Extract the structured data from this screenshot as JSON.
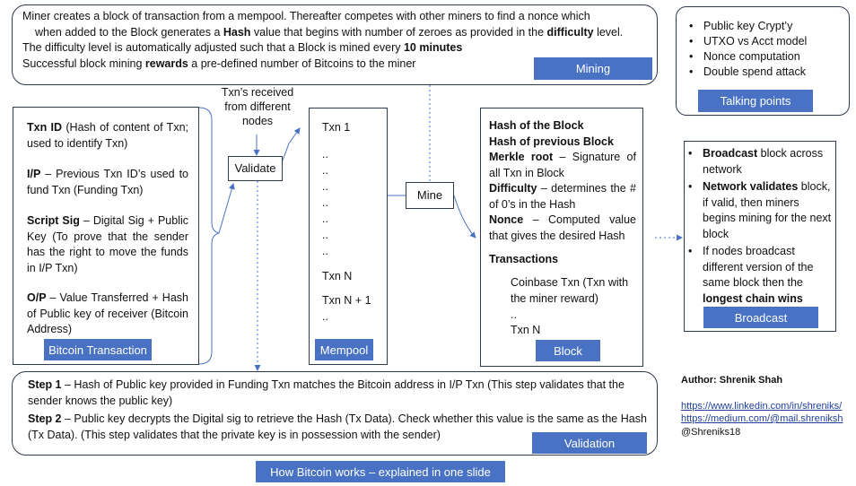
{
  "mining": {
    "line1_pre": "Miner creates a block of transaction from a mempool. Thereafter competes with other miners to find a nonce which",
    "line2_pre": "when added to the Block generates a ",
    "line2_b1": "Hash",
    "line2_mid": " value that begins with number of zeroes as provided in the ",
    "line2_b2": "difficulty",
    "line2_post": " level.",
    "line3_pre": "The difficulty level is automatically adjusted such that a Block is mined every ",
    "line3_b": "10 minutes",
    "line4_pre": "Successful block mining ",
    "line4_b": "rewards",
    "line4_post": " a pre-defined number of Bitcoins to the miner",
    "label": "Mining"
  },
  "talking_points": {
    "items": [
      "Public key Crypt’y",
      "UTXO vs Acct model",
      "Nonce computation",
      "Double spend attack"
    ],
    "label": "Talking points"
  },
  "transaction": {
    "txn_id_b": "Txn ID",
    "txn_id_t": " (Hash of content of Txn; used to identify Txn)",
    "ip_b": "I/P",
    "ip_t": " – Previous Txn ID’s used to fund Txn (Funding Txn)",
    "script_b": "Script Sig",
    "script_t": " – Digital Sig + Public Key (To prove that the sender has the right to move the funds in I/P Txn)",
    "op_b": "O/P",
    "op_t": " – Value Transferred + Hash of Public key of receiver (Bitcoin Address)",
    "label": "Bitcoin Transaction"
  },
  "validate": {
    "received_note": "Txn’s received from different nodes",
    "label": "Validate"
  },
  "mempool": {
    "first": "Txn 1",
    "dots": [
      "..",
      "..",
      "..",
      "..",
      "..",
      "..",
      ".."
    ],
    "txn_n": "Txn N",
    "txn_n1": "Txn N + 1",
    "tail": "..",
    "label": "Mempool"
  },
  "mine": {
    "label": "Mine"
  },
  "block": {
    "hash_block": "Hash of the Block",
    "hash_prev": "Hash of previous Block",
    "merkle_b": "Merkle root",
    "merkle_t": " – Signature of all Txn in Block",
    "difficulty_b": "Difficulty",
    "difficulty_t": " – determines the # of 0’s in the Hash",
    "nonce_b": "Nonce",
    "nonce_t": " – Computed value that gives the desired Hash",
    "transactions": "Transactions",
    "coinbase": "Coinbase Txn (Txn with the miner reward)",
    "dots": "..",
    "txn_n": "Txn N",
    "label": "Block"
  },
  "broadcast": {
    "item1_b": "Broadcast",
    "item1_t": " block across network",
    "item2_b": "Network validates",
    "item2_t": " block, if valid, then miners begins mining for the next block",
    "item3_t": "If nodes broadcast different version of the same block then the ",
    "item3_b": "longest chain wins",
    "label": "Broadcast"
  },
  "validation": {
    "step1_b": "Step 1",
    "step1_t": " – Hash of Public key provided in Funding Txn matches the Bitcoin address in I/P Txn (This step validates that the sender knows the public key)",
    "step2_b": "Step 2",
    "step2_t": " – Public key decrypts the Digital sig to retrieve the Hash (Tx Data). Check whether this value is the same as the Hash (Tx Data). (This step validates that the private key is in possession with the sender)",
    "label": "Validation"
  },
  "author": {
    "name": "Author: Shrenik Shah",
    "linkedin": "https://www.linkedin.com/in/shreniks/",
    "medium": "https://medium.com/@mail.shreniksh",
    "handle": "@Shreniks18"
  },
  "footer": {
    "title": "How Bitcoin works – explained in one slide"
  },
  "colors": {
    "accent": "#4a72c4",
    "border": "#2f3a4a",
    "link": "#1f3f9a"
  }
}
